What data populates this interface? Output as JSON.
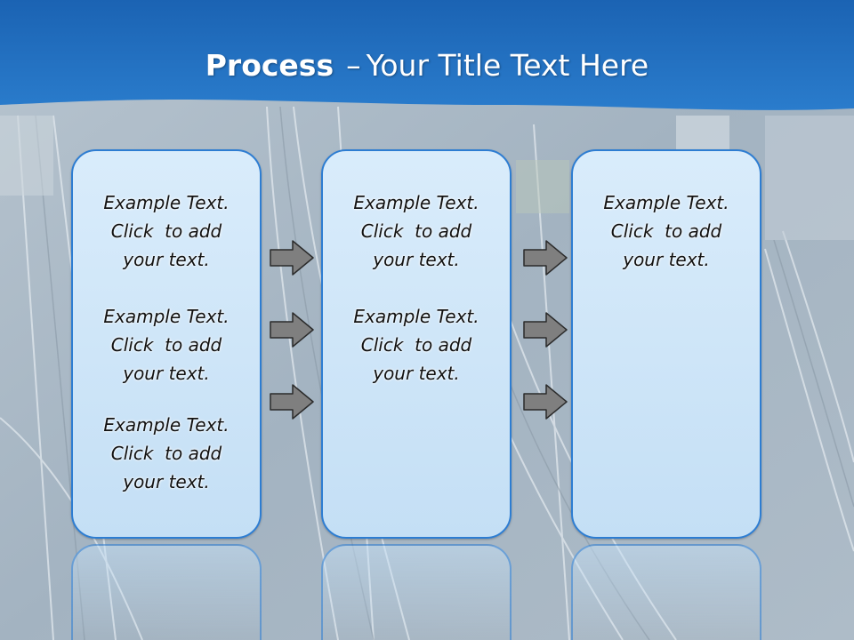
{
  "slide": {
    "title_bold": "Process",
    "title_separator": "–",
    "title_rest": "Your Title Text Here",
    "colors": {
      "header_blue": "#1f6fc0",
      "box_border": "#2d7dd2",
      "box_fill": "#cfe6f8",
      "arrow_fill": "#7f7f7f"
    },
    "columns": [
      {
        "blocks": [
          {
            "line1": "Example Text.",
            "line2": "Click  to add",
            "line3": "your text."
          },
          {
            "line1": "Example Text.",
            "line2": "Click  to add",
            "line3": "your text."
          },
          {
            "line1": "Example Text.",
            "line2": "Click  to add",
            "line3": "your text."
          }
        ]
      },
      {
        "blocks": [
          {
            "line1": "Example Text.",
            "line2": "Click  to add",
            "line3": "your text."
          },
          {
            "line1": "Example Text.",
            "line2": "Click  to add",
            "line3": "your text."
          }
        ]
      },
      {
        "blocks": [
          {
            "line1": "Example Text.",
            "line2": "Click  to add",
            "line3": "your text."
          }
        ]
      }
    ],
    "arrow_icon": "right-arrow-icon"
  }
}
